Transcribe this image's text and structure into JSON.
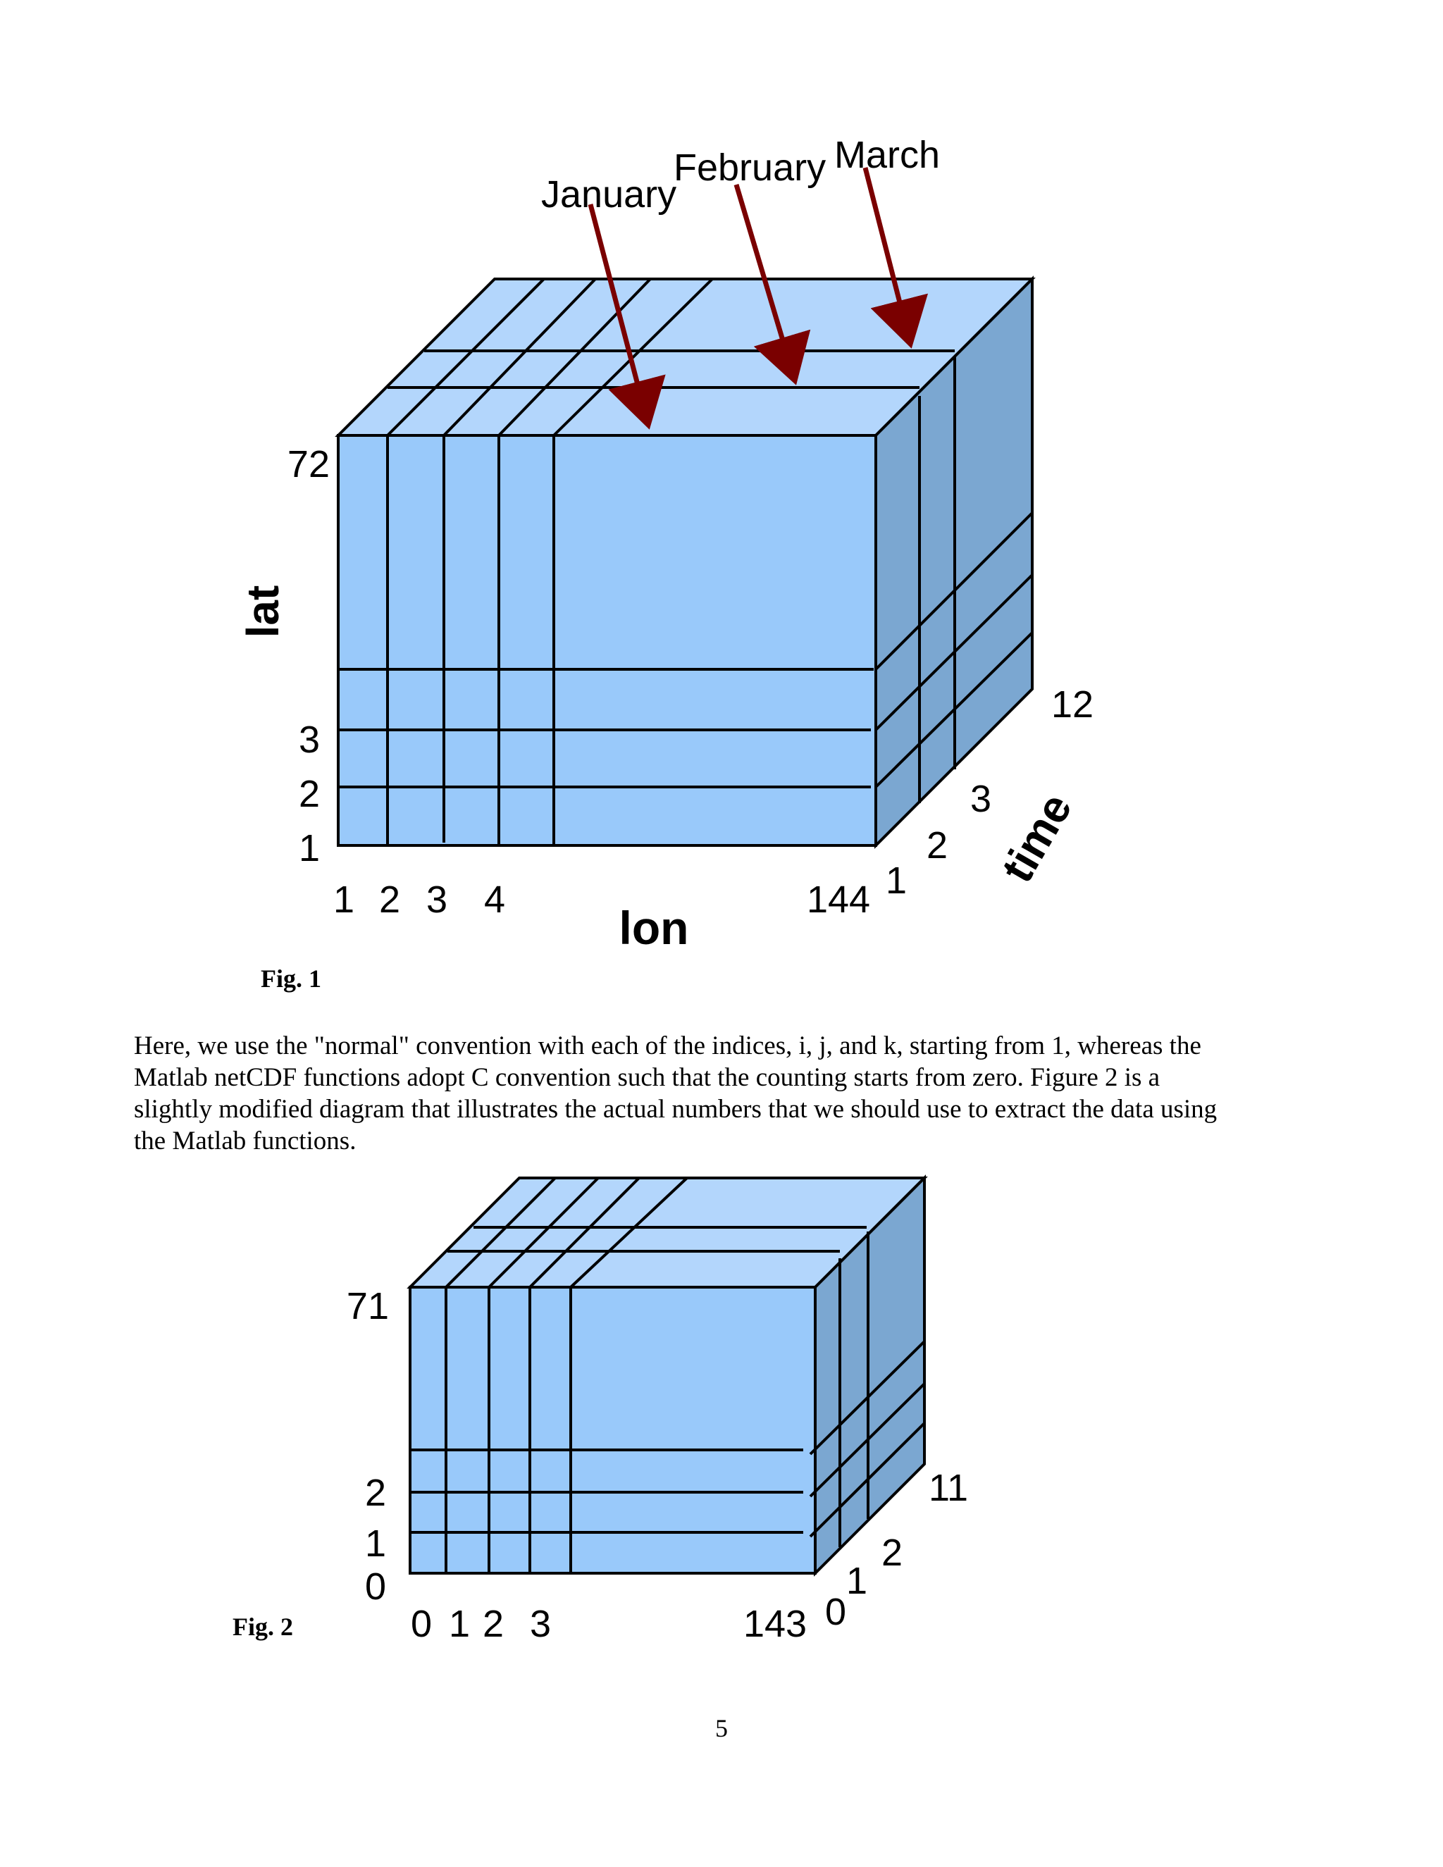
{
  "fig1": {
    "caption": "Fig. 1",
    "axis_lat": "lat",
    "axis_lon": "lon",
    "axis_time": "time",
    "lat_ticks": [
      "72",
      "3",
      "2",
      "1"
    ],
    "lon_ticks": [
      "1",
      "2",
      "3",
      "4",
      "144"
    ],
    "time_ticks": [
      "1",
      "2",
      "3",
      "12"
    ],
    "months": [
      "January",
      "February",
      "March"
    ]
  },
  "paragraph": [
    "Here, we use the \"normal\" convention with each of the indices, i, j, and k, starting from 1, whereas the",
    "Matlab netCDF functions adopt C convention such that the counting starts from zero. Figure 2 is a",
    "slightly modified diagram that illustrates the actual numbers that we should use to extract the data using",
    "the Matlab functions."
  ],
  "fig2": {
    "caption": "Fig. 2",
    "lat_ticks": [
      "71",
      "2",
      "1",
      "0"
    ],
    "lon_ticks": [
      "0",
      "1",
      "2",
      "3",
      "143"
    ],
    "time_ticks": [
      "0",
      "1",
      "2",
      "11"
    ]
  },
  "page_number": "5",
  "colors": {
    "front_face": "#99c9fa",
    "top_face": "#b3d6fc",
    "side_face": "#7ba7d1",
    "arrow": "#7a0000",
    "line": "#000000"
  }
}
